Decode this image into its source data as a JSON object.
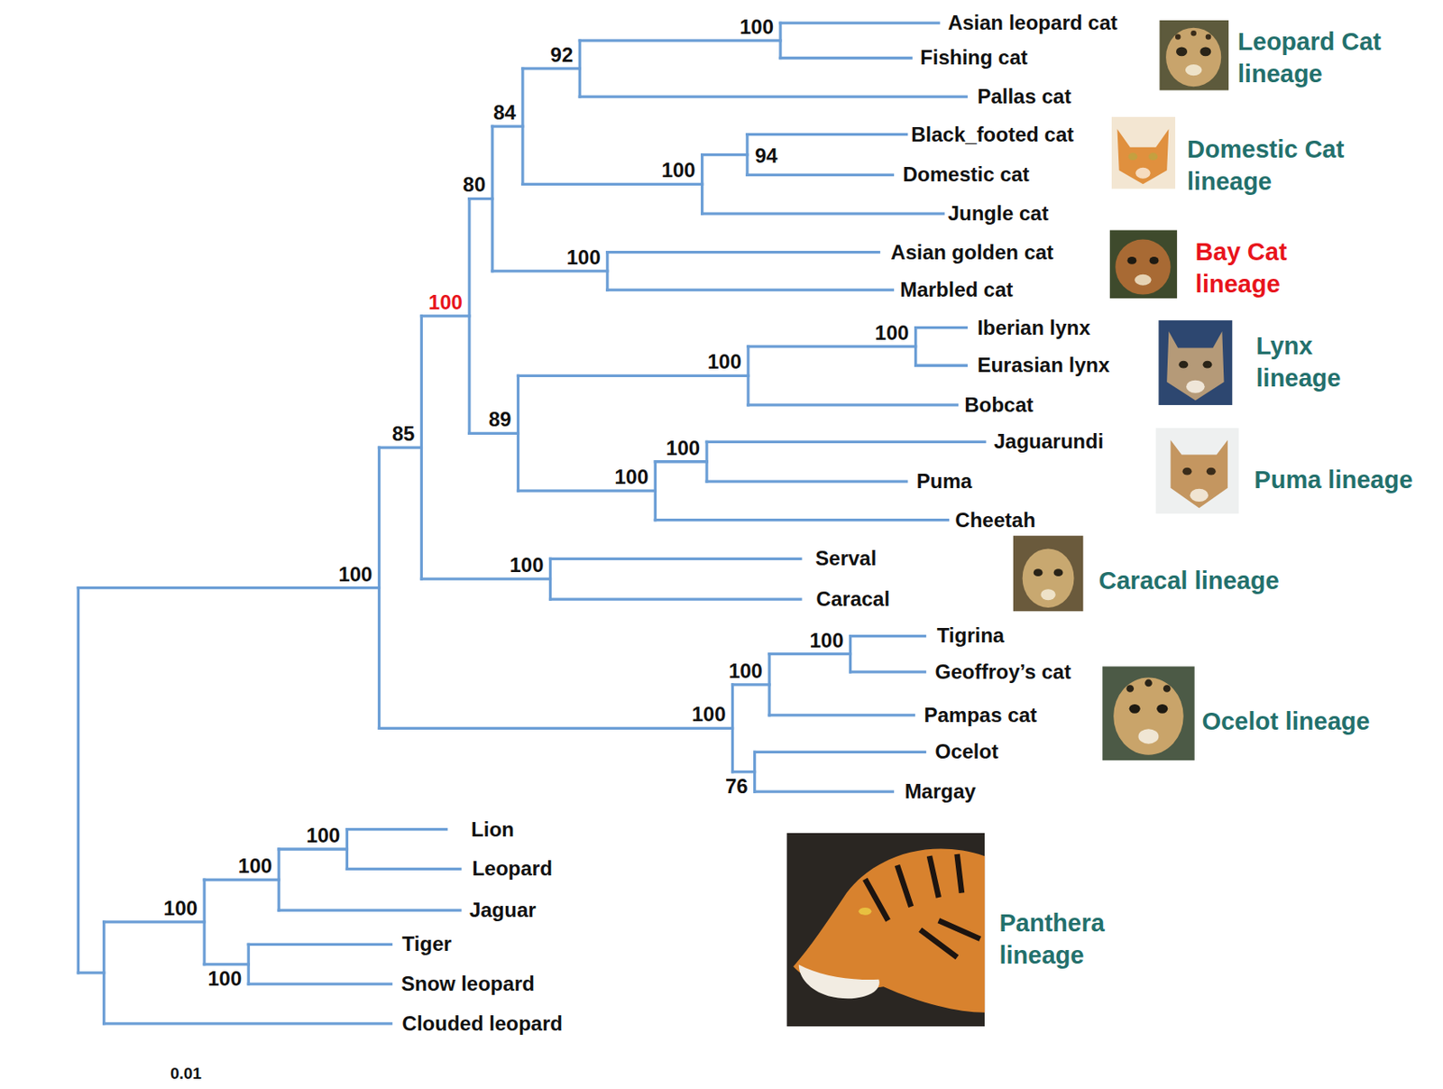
{
  "diagram": {
    "labels": [
      "Asian leopard cat",
      "Fishing cat",
      "Pallas cat",
      "Black_footed cat",
      "Domestic cat",
      "Jungle cat",
      "Asian golden cat",
      "Marbled cat",
      "Iberian lynx",
      "Eurasian lynx",
      "Bobcat",
      "Jaguarundi",
      "Puma",
      "Cheetah",
      "Serval",
      "Caracal",
      "Tigrina",
      "Geoffroy’s cat",
      "Pampas cat",
      "Ocelot",
      "Margay",
      "Lion",
      "Leopard",
      "Jaguar",
      "Tiger",
      "Snow leopard",
      "Clouded leopard",
      "100",
      "92",
      "94",
      "100",
      "84",
      "100",
      "80",
      "100",
      "100",
      "100",
      "100",
      "89",
      "100",
      "100",
      "85",
      "100",
      "100",
      "76",
      "100",
      "100",
      "100",
      "100",
      "100",
      "100",
      "Leopard Cat lineage",
      "Domestic Cat lineage",
      "Bay Cat lineage",
      "Lynx lineage",
      "Puma lineage",
      "Caracal lineage",
      "Ocelot lineage",
      "Panthera lineage",
      "0.01"
    ]
  }
}
